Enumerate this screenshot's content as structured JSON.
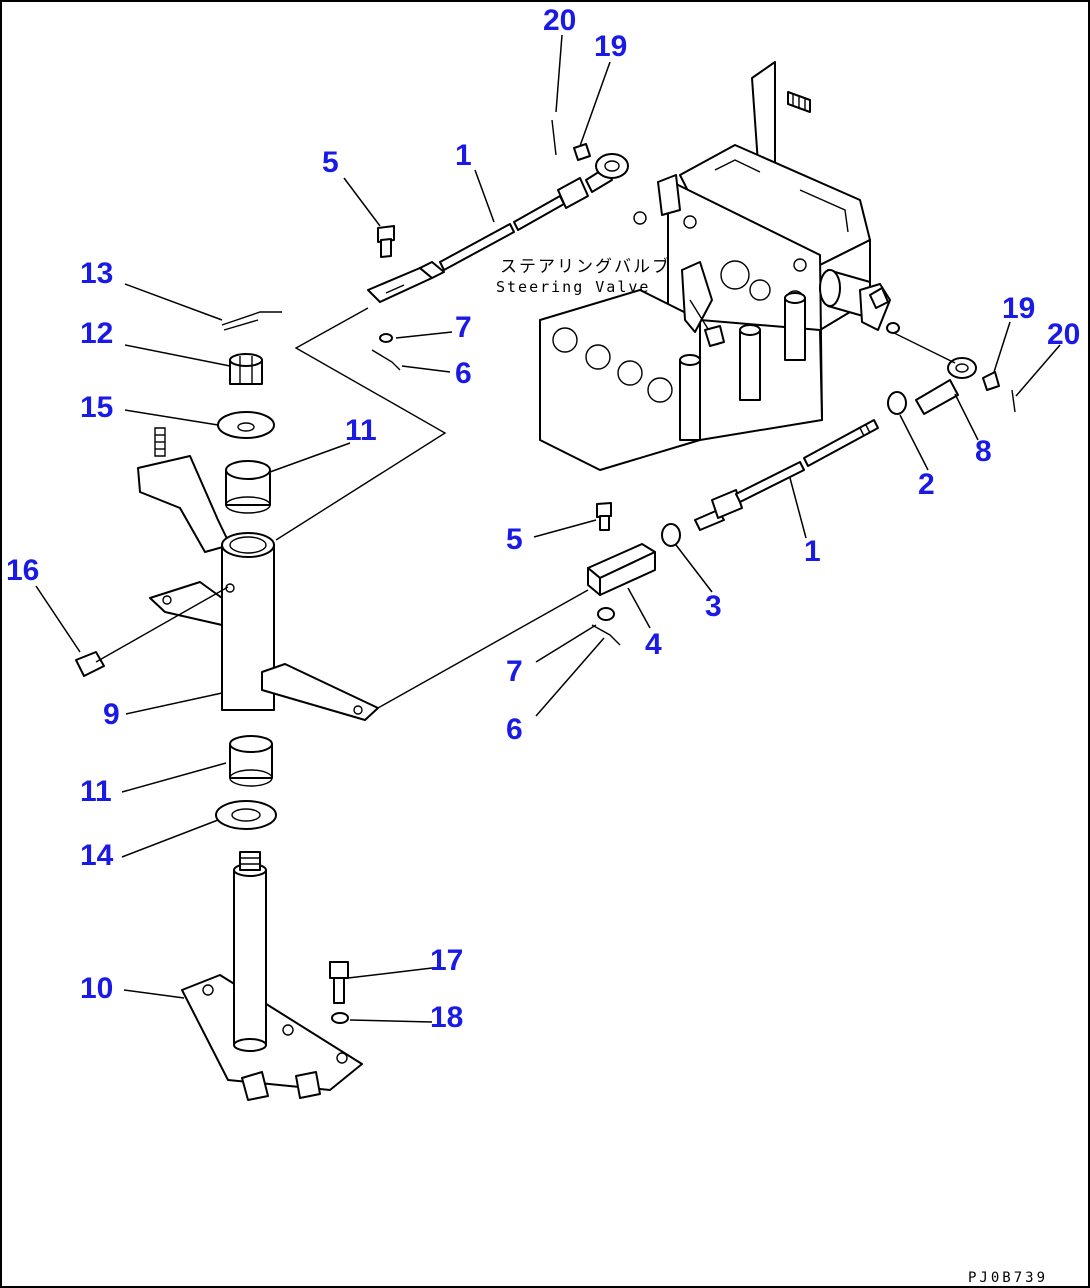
{
  "labels": {
    "steering_valve_jp": "ステアリングバルブ",
    "steering_valve_en": "Steering Valve",
    "drawing_code": "PJ0B739"
  },
  "callouts": [
    {
      "id": "20"
    },
    {
      "id": "19"
    },
    {
      "id": "5"
    },
    {
      "id": "1"
    },
    {
      "id": "13"
    },
    {
      "id": "12"
    },
    {
      "id": "7"
    },
    {
      "id": "6"
    },
    {
      "id": "15"
    },
    {
      "id": "11"
    },
    {
      "id": "19"
    },
    {
      "id": "20"
    },
    {
      "id": "8"
    },
    {
      "id": "2"
    },
    {
      "id": "16"
    },
    {
      "id": "5"
    },
    {
      "id": "1"
    },
    {
      "id": "3"
    },
    {
      "id": "4"
    },
    {
      "id": "9"
    },
    {
      "id": "7"
    },
    {
      "id": "6"
    },
    {
      "id": "11"
    },
    {
      "id": "14"
    },
    {
      "id": "17"
    },
    {
      "id": "10"
    },
    {
      "id": "18"
    }
  ],
  "colors": {
    "callout": "#1a1ae6",
    "line": "#000000",
    "background": "#ffffff"
  }
}
